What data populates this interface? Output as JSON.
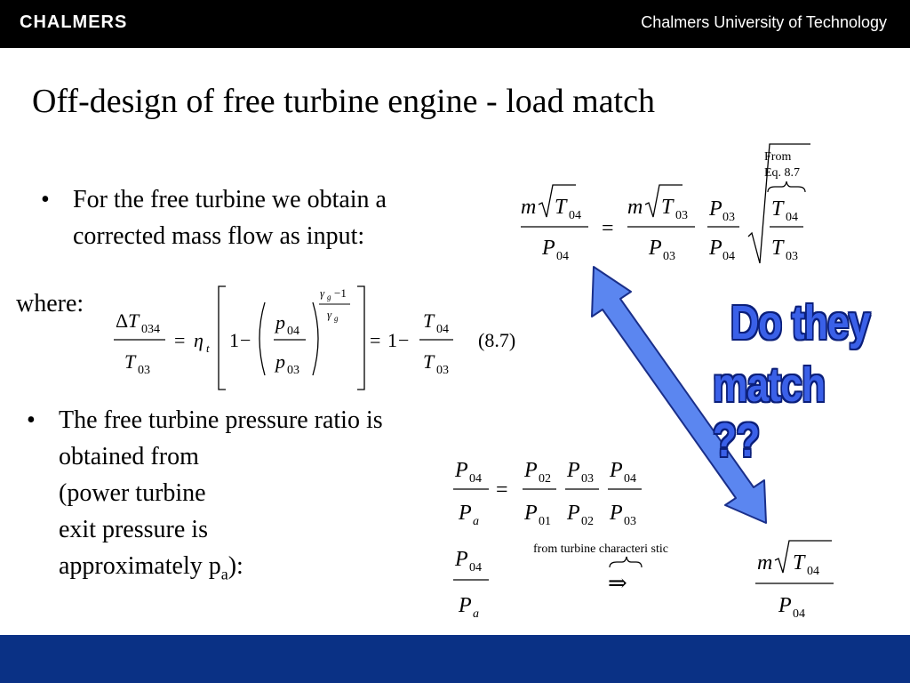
{
  "header": {
    "logo_text": "CHALMERS",
    "university": "Chalmers University of Technology"
  },
  "slide": {
    "title": "Off-design of free turbine engine - load match",
    "bullet1_line1": "For the free turbine we obtain a",
    "bullet1_line2": "corrected mass flow as input:",
    "where_label": "where:",
    "eq_number": "(8.7)",
    "bullet2_line1": "The free turbine pressure ratio is",
    "bullet2_line2": "obtained from",
    "bullet2_line3": "(power turbine",
    "bullet2_line4": "exit pressure is",
    "bullet2_line5_prefix": "approximately p",
    "bullet2_line5_sub": "a",
    "bullet2_line5_suffix": "):",
    "from_eq_line1": "From",
    "from_eq_line2": "Eq. 8.7",
    "from_turbine_char": "from turbine characteri stic",
    "callout_line1": "Do they",
    "callout_line2": "match ??"
  },
  "colors": {
    "header_bg": "#000000",
    "footer_bg": "#0a3185",
    "arrow_fill": "#5b86f0",
    "callout_fill": "#3a60e8"
  }
}
